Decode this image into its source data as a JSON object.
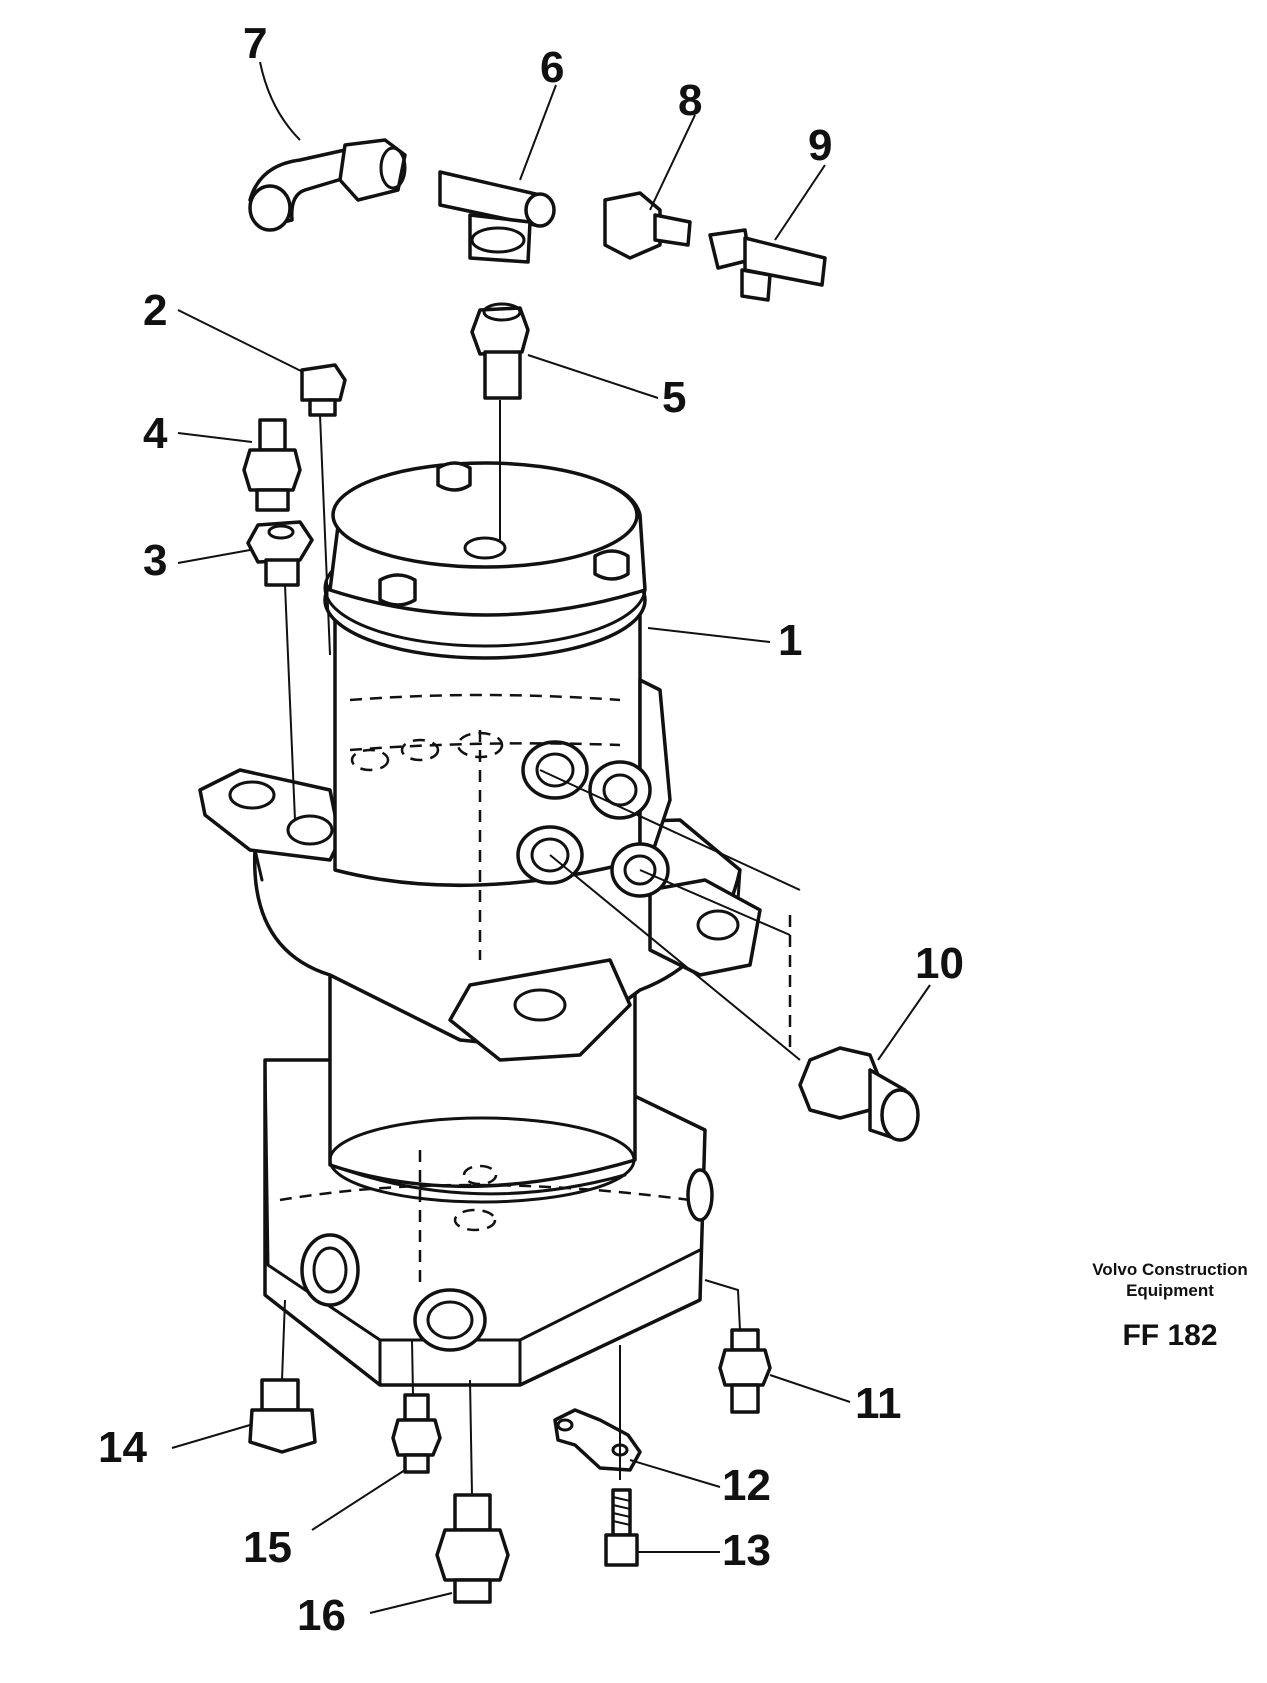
{
  "diagram": {
    "parts": [
      {
        "id": "part-1",
        "number": "1"
      },
      {
        "id": "part-2",
        "number": "2"
      },
      {
        "id": "part-3",
        "number": "3"
      },
      {
        "id": "part-4",
        "number": "4"
      },
      {
        "id": "part-5",
        "number": "5"
      },
      {
        "id": "part-6",
        "number": "6"
      },
      {
        "id": "part-7",
        "number": "7"
      },
      {
        "id": "part-8",
        "number": "8"
      },
      {
        "id": "part-9",
        "number": "9"
      },
      {
        "id": "part-10",
        "number": "10"
      },
      {
        "id": "part-11",
        "number": "11"
      },
      {
        "id": "part-12",
        "number": "12"
      },
      {
        "id": "part-13",
        "number": "13"
      },
      {
        "id": "part-14",
        "number": "14"
      },
      {
        "id": "part-15",
        "number": "15"
      },
      {
        "id": "part-16",
        "number": "16"
      }
    ],
    "caption": {
      "brand_line1": "Volvo Construction",
      "brand_line2": "Equipment",
      "figure_id": "FF 182"
    },
    "icons": [
      "swivel-joint-housing-icon",
      "fitting-icon",
      "plug-icon",
      "clamp-icon",
      "screw-icon"
    ]
  }
}
